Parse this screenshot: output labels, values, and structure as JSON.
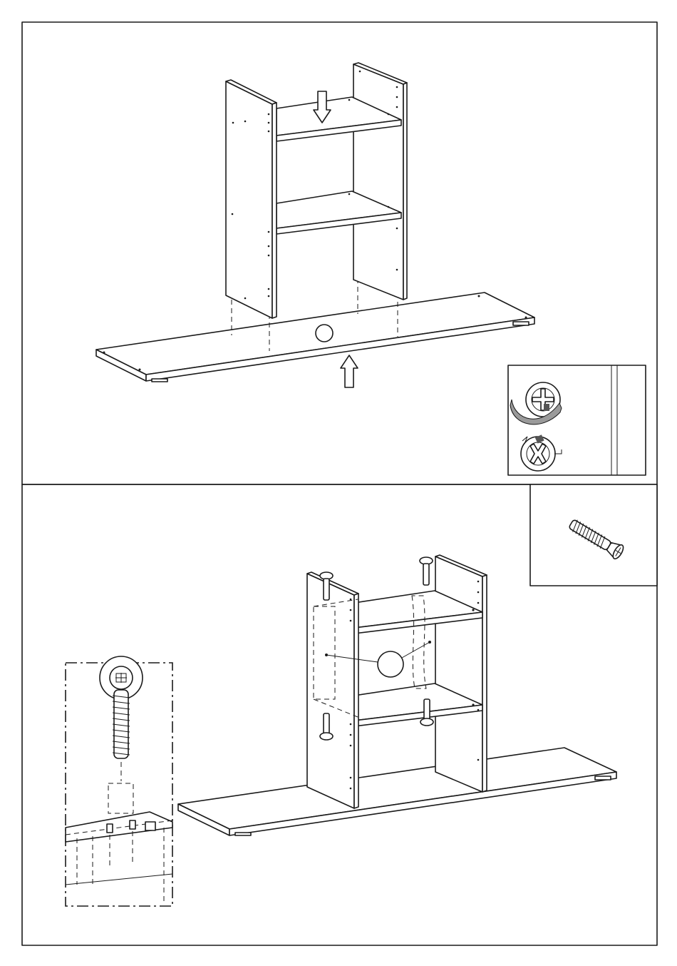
{
  "document": {
    "type": "assembly-instructions",
    "steps": [
      {
        "id": "step-1",
        "illustration": "shelf-unit-lowered-onto-base-panel",
        "icons": [
          "arrow-down-icon",
          "arrow-up-icon",
          "cam-lock-tighten-icon",
          "cam-lock-rotate-icon"
        ]
      },
      {
        "id": "step-2",
        "illustration": "shelf-unit-fixed-with-connecting-screws",
        "icons": [
          "connecting-screw-icon",
          "screw-detail-icon"
        ]
      }
    ],
    "colors": {
      "line": "#1a1a1a",
      "paper": "#ffffff"
    }
  }
}
